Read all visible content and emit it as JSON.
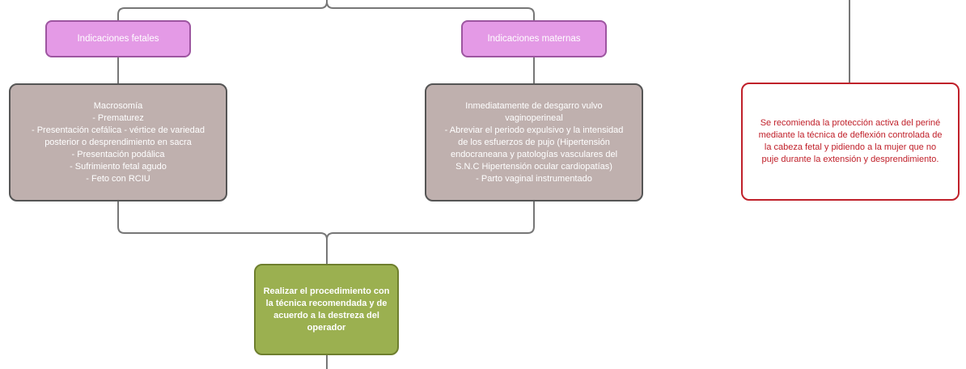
{
  "colors": {
    "pill_fill": "#e49ae6",
    "pill_border": "#9d55a0",
    "gray_fill": "#bfb0ae",
    "gray_border": "#555555",
    "green_fill": "#9bb050",
    "note_border": "#c0202a",
    "connector": "#777777"
  },
  "nodes": {
    "fetal_title": "Indicaciones fetales",
    "maternal_title": "Indicaciones maternas",
    "fetal_items": [
      "Macrosomía",
      "- Prematurez",
      "- Presentación cefálica - vértice de variedad",
      "posterior o desprendimiento en sacra",
      "- Presentación podálica",
      "- Sufrimiento fetal agudo",
      "- Feto con RCIU"
    ],
    "maternal_items": [
      "Inmediatamente de desgarro vulvo",
      "vaginoperineal",
      "- Abreviar el periodo expulsivo y la intensidad",
      "de los esfuerzos de pujo (Hipertensión",
      "endocraneana y patologías vasculares del",
      "S.N.C Hipertensión ocular cardiopatías)",
      "- Parto vaginal instrumentado"
    ],
    "procedure_lines": [
      "Realizar el procedimiento con",
      "la técnica recomendada y de",
      "acuerdo a la destreza del",
      "operador"
    ],
    "recommendation_lines": [
      "Se recomienda la protección activa del periné",
      "mediante la técnica de deflexión controlada de",
      "la cabeza fetal y pidiendo a la mujer que no",
      "puje durante la extensión y desprendimiento."
    ]
  }
}
